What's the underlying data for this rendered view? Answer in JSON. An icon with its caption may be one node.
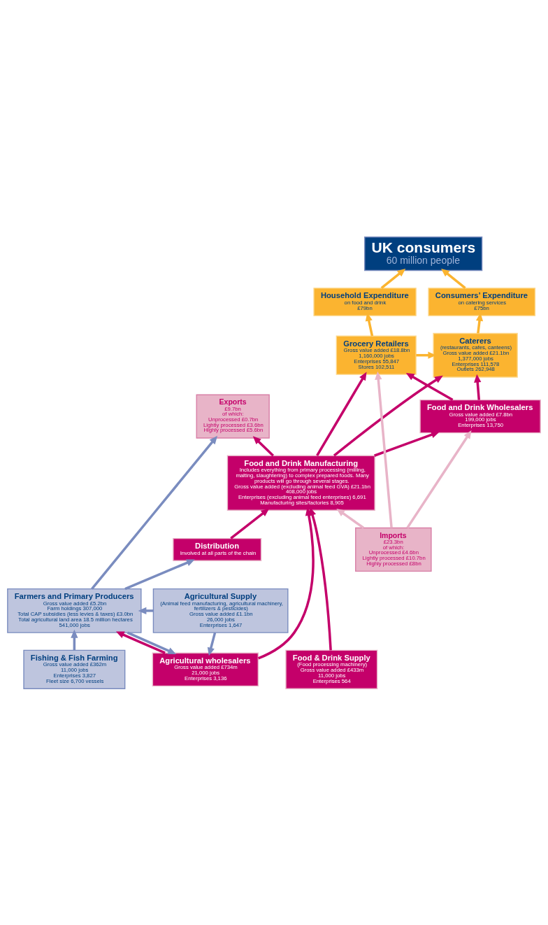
{
  "diagram": {
    "nodes": [
      {
        "text": [
          "UK consumers",
          "60 million people"
        ]
      },
      {
        "text": [
          "Consumers’ Expenditure",
          "on catering services",
          "£75bn"
        ]
      },
      {
        "text": [
          "Household Expenditure",
          "on food and drink",
          "£79bn"
        ]
      },
      {
        "text": [
          "Caterers",
          "(restaurants, cafes, canteens)",
          "Gross value added £21.1bn",
          "1,377,000 jobs",
          "Enterprises 111,578",
          "Outlets 262,948"
        ]
      },
      {
        "text": [
          "Grocery Retailers",
          "Gross value added £18.8bn",
          "1,160,000 jobs",
          "Enterprises 55,847",
          "Stores 102,511"
        ]
      },
      {
        "text": [
          "Exports",
          "£9.7bn",
          "of which:",
          "Unprocessed £0.7bn",
          "Lightly processed £3.6bn",
          "Highly processed £5.6bn"
        ]
      },
      {
        "text": [
          "Food and Drink Wholesalers",
          "Gross value added £7.8bn",
          "199,000 jobs",
          "Enterprises 13,750"
        ]
      },
      {
        "text": [
          "Food and Drink Manufacturing",
          "Includes everything from primary processing (milling, malting, slaughtering) to complex prepared foods. Many products will go through several stages.",
          "Gross value added (excluding animal feed GVA) £21.1bn",
          "408,000 jobs",
          "Enterprises (excluding animal feed enterprises) 6,691",
          "Manufacturing sites/factories 8,905"
        ]
      },
      {
        "text": [
          "Agricultural wholesalers",
          "Gross value added £734m",
          "21,000 jobs",
          "Enterprises 3,136"
        ]
      },
      {
        "text": [
          "Food & Drink Supply",
          "(Food processing machinery)",
          "Gross value added £433m",
          "11,000 jobs",
          "Enterprises 564"
        ]
      },
      {
        "text": [
          "Distribution",
          "Involved at all parts of the chain"
        ]
      },
      {
        "text": [
          "Agricultural Supply",
          "(Animal feed manufacturing, agricultural machinery, fertilizers & pesticides)",
          "Gross value added £1.1bn",
          "26,000 jobs",
          "Enterprises 1,647"
        ]
      },
      {
        "text": [
          "Farmers and Primary Producers",
          "Gross value added £5.2bn",
          "Farm holdings 307,000",
          "Total CAP subsidies (less levies & taxes) £3.0bn",
          "Total agricultural land area 18.5 million hectares",
          "541,000 jobs"
        ]
      },
      {
        "text": [
          "Fishing & Fish Farming",
          "Gross value added £362m",
          "11,000 jobs",
          "Enterprises 3,827",
          "Fleet size 6,700 vessels"
        ]
      },
      {
        "text": [
          "Imports",
          "£23.3bn",
          "of which:",
          "Unprocessed £4.6bn",
          "Lightly processed £10.7bn",
          "Highly processed £8bn"
        ]
      }
    ],
    "edges": [
      {
        "from": 1,
        "to": 0,
        "arrow": "to",
        "color": "#fbb430"
      },
      {
        "from": 2,
        "to": 0,
        "arrow": "to",
        "color": "#fbb430"
      },
      {
        "from": 3,
        "to": 1,
        "arrow": "to",
        "color": "#fbb430"
      },
      {
        "from": 4,
        "to": 2,
        "arrow": "to",
        "color": "#fbb430"
      },
      {
        "from": 4,
        "to": 3,
        "arrow": "to",
        "color": "#fbb430"
      },
      {
        "from": 7,
        "to": 3,
        "arrow": "to"
      },
      {
        "from": 6,
        "to": 3,
        "arrow": "to"
      },
      {
        "from": 6,
        "to": 4,
        "arrow": "to"
      },
      {
        "from": 7,
        "to": 4,
        "arrow": "to"
      },
      {
        "from": 14,
        "to": 4,
        "arrow": "to",
        "color": "#e8b4c8"
      },
      {
        "from": 14,
        "to": 6,
        "arrow": "to",
        "color": "#e8b4c8"
      },
      {
        "from": 14,
        "to": 7,
        "arrow": "to",
        "color": "#e8b4c8"
      },
      {
        "from": 7,
        "to": 5,
        "arrow": "to"
      },
      {
        "from": 7,
        "to": 6,
        "arrow": "to"
      },
      {
        "from": 8,
        "to": 7,
        "arrow": "to"
      },
      {
        "from": 10,
        "to": 7,
        "arrow": "to"
      },
      {
        "from": 9,
        "to": 7,
        "arrow": "to"
      },
      {
        "from": 8,
        "to": 12,
        "arrow": "to"
      },
      {
        "from": 12,
        "to": 8,
        "arrow": "to",
        "color": "#7a8cbf"
      },
      {
        "from": 11,
        "to": 8,
        "arrow": "to",
        "color": "#7a8cbf"
      },
      {
        "from": 12,
        "to": 5,
        "arrow": "to",
        "color": "#7a8cbf"
      },
      {
        "from": 12,
        "to": 10,
        "arrow": "to",
        "color": "#7a8cbf"
      },
      {
        "from": 11,
        "to": 12,
        "arrow": "to",
        "color": "#7a8cbf"
      },
      {
        "from": 13,
        "to": 12,
        "arrow": "to",
        "color": "#7a8cbf"
      }
    ]
  }
}
